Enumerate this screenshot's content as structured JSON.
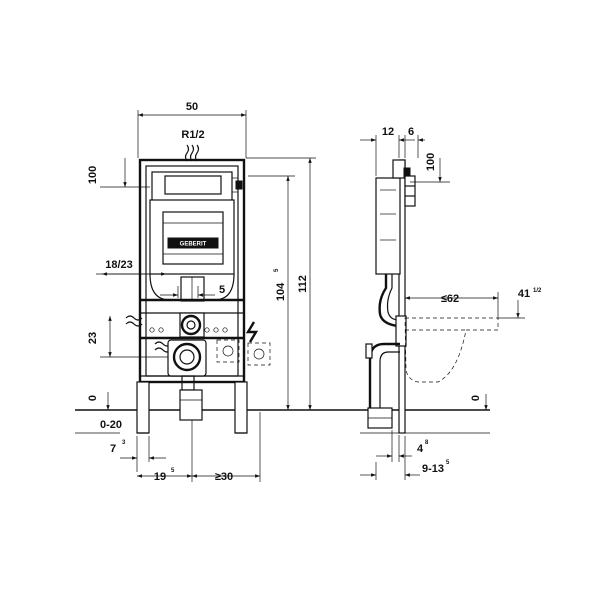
{
  "brand": {
    "logo_text": "GEBERIT"
  },
  "front_view": {
    "width": "50",
    "thread": "R1/2",
    "top_offset": "100",
    "pipe_height": "18/23",
    "axis_offset": "5",
    "supply_height": "23",
    "floor_level": "0",
    "floor_build_up": "0-20",
    "foot_offset": {
      "value": "7",
      "fraction": "3"
    },
    "centre_distance": {
      "value": "19",
      "fraction": "5"
    },
    "min_clearance": "≥30",
    "height_to_top": {
      "value": "104",
      "fraction": "5"
    },
    "total_height": "112"
  },
  "side_view": {
    "depth_a": "12",
    "depth_b": "6",
    "top_offset": "100",
    "bowl_projection": "≤62",
    "bowl_height": {
      "value": "41",
      "fraction": "1/2"
    },
    "floor_level": "0",
    "foot_depth": {
      "value": "4",
      "fraction": "8"
    },
    "adjust_range": {
      "value": "9-13",
      "fraction": "5"
    }
  }
}
